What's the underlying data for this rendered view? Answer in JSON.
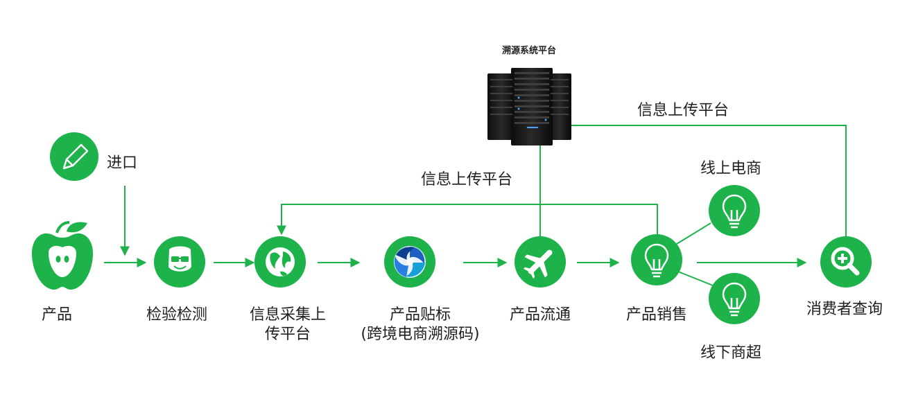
{
  "platform": {
    "title": "溯源系统平台",
    "upload_label_top": "信息上传平台",
    "upload_label_mid": "信息上传平台"
  },
  "import": {
    "label": "进口",
    "icon": "pencil-icon"
  },
  "nodes": [
    {
      "label": "产品",
      "icon": "apple-icon"
    },
    {
      "label": "检验检测",
      "icon": "inspector-face-icon"
    },
    {
      "label_line1": "信息采集上",
      "label_line2": "传平台",
      "icon": "globe-icon"
    },
    {
      "label_line1": "产品贴标",
      "label_line2": "(跨境电商溯源码)",
      "icon": "swirl-label-icon"
    },
    {
      "label": "产品流通",
      "icon": "airplane-icon"
    },
    {
      "label": "产品销售",
      "icon": "lightbulb-icon"
    },
    {
      "label": "消费者查询",
      "icon": "search-plus-icon"
    }
  ],
  "branches": {
    "online": {
      "label": "线上电商",
      "icon": "lightbulb-icon"
    },
    "offline": {
      "label": "线下商超",
      "icon": "lightbulb-icon"
    }
  },
  "colors": {
    "accent": "#1db34a",
    "line": "#1db34a",
    "text": "#1f1f1f"
  }
}
